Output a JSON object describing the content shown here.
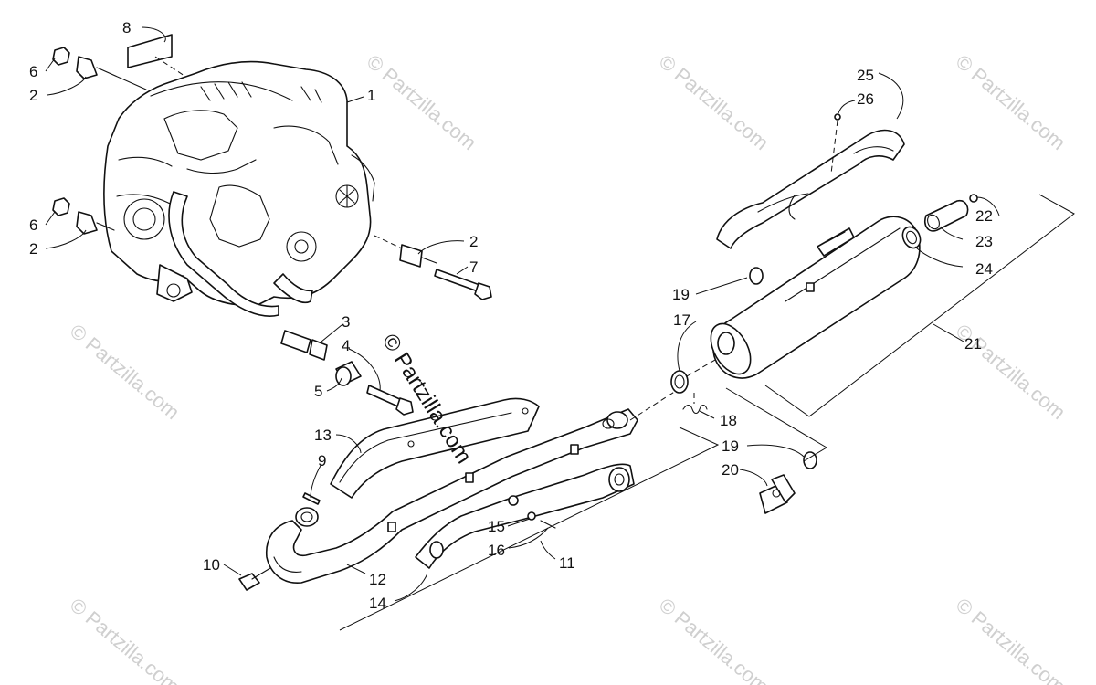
{
  "diagram": {
    "callouts": [
      {
        "id": "c8",
        "text": "8"
      },
      {
        "id": "c6a",
        "text": "6"
      },
      {
        "id": "c2a",
        "text": "2"
      },
      {
        "id": "c1",
        "text": "1"
      },
      {
        "id": "c6b",
        "text": "6"
      },
      {
        "id": "c2b",
        "text": "2"
      },
      {
        "id": "c2c",
        "text": "2"
      },
      {
        "id": "c7",
        "text": "7"
      },
      {
        "id": "c3",
        "text": "3"
      },
      {
        "id": "c4",
        "text": "4"
      },
      {
        "id": "c5",
        "text": "5"
      },
      {
        "id": "c13",
        "text": "13"
      },
      {
        "id": "c9",
        "text": "9"
      },
      {
        "id": "c10",
        "text": "10"
      },
      {
        "id": "c12",
        "text": "12"
      },
      {
        "id": "c14",
        "text": "14"
      },
      {
        "id": "c15",
        "text": "15"
      },
      {
        "id": "c16",
        "text": "16"
      },
      {
        "id": "c11",
        "text": "11"
      },
      {
        "id": "c17",
        "text": "17"
      },
      {
        "id": "c18",
        "text": "18"
      },
      {
        "id": "c19a",
        "text": "19"
      },
      {
        "id": "c19b",
        "text": "19"
      },
      {
        "id": "c20",
        "text": "20"
      },
      {
        "id": "c21",
        "text": "21"
      },
      {
        "id": "c22",
        "text": "22"
      },
      {
        "id": "c23",
        "text": "23"
      },
      {
        "id": "c24",
        "text": "24"
      },
      {
        "id": "c25",
        "text": "25"
      },
      {
        "id": "c26",
        "text": "26"
      }
    ],
    "watermark": "© Partzilla.com",
    "center_watermark": "© Partzilla.com"
  }
}
